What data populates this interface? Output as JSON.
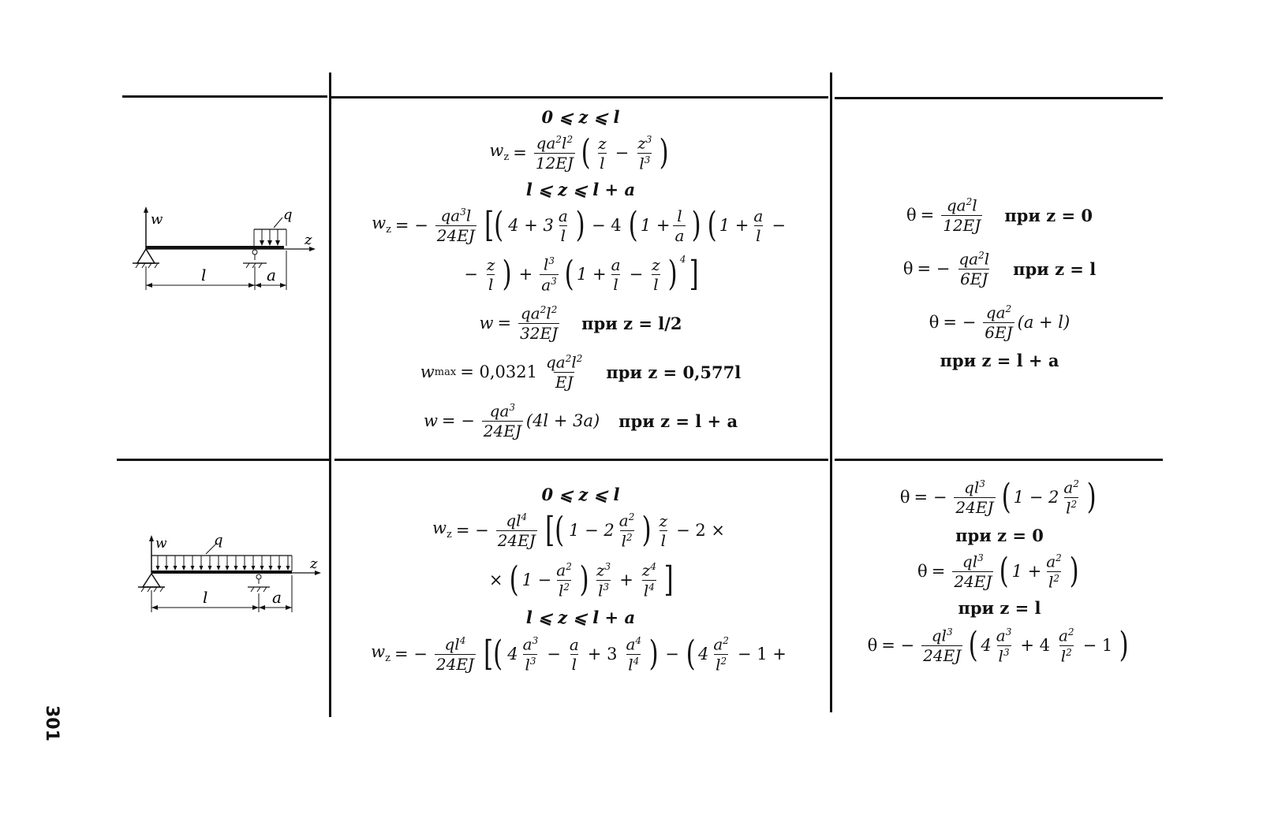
{
  "page_number": "301",
  "row1": {
    "diagram_labels": {
      "w": "w",
      "q": "q",
      "z": "z",
      "l": "l",
      "a": "a"
    },
    "mid": {
      "range1": "0 ⩽ z ⩽ l",
      "range2": "l ⩽ z ⩽ l + a",
      "w_lhs": "w",
      "w_cond": "при  z = l/2",
      "wmax_lhs": "w",
      "wmax_sub": "max",
      "wmax_coef": "= 0,0321",
      "wmax_cond": "при  z = 0,577l",
      "wend_lhs": "w",
      "wend_tail": "(4l + 3a)",
      "wend_cond": "при  z = l + a"
    },
    "right": {
      "t1_cond": "при  z = 0",
      "t2_cond": "при  z = l",
      "t3_tail": "(a + l)",
      "t3_cond": "при  z = l + a"
    }
  },
  "row2": {
    "diagram_labels": {
      "w": "w",
      "q": "q",
      "z": "z",
      "l": "l",
      "a": "a"
    },
    "mid": {
      "range1": "0 ⩽ z ⩽ l",
      "range2": "l ⩽ z ⩽ l + a"
    },
    "right": {
      "t1_cond": "при  z = 0",
      "t2_cond": "при  z = l"
    }
  }
}
